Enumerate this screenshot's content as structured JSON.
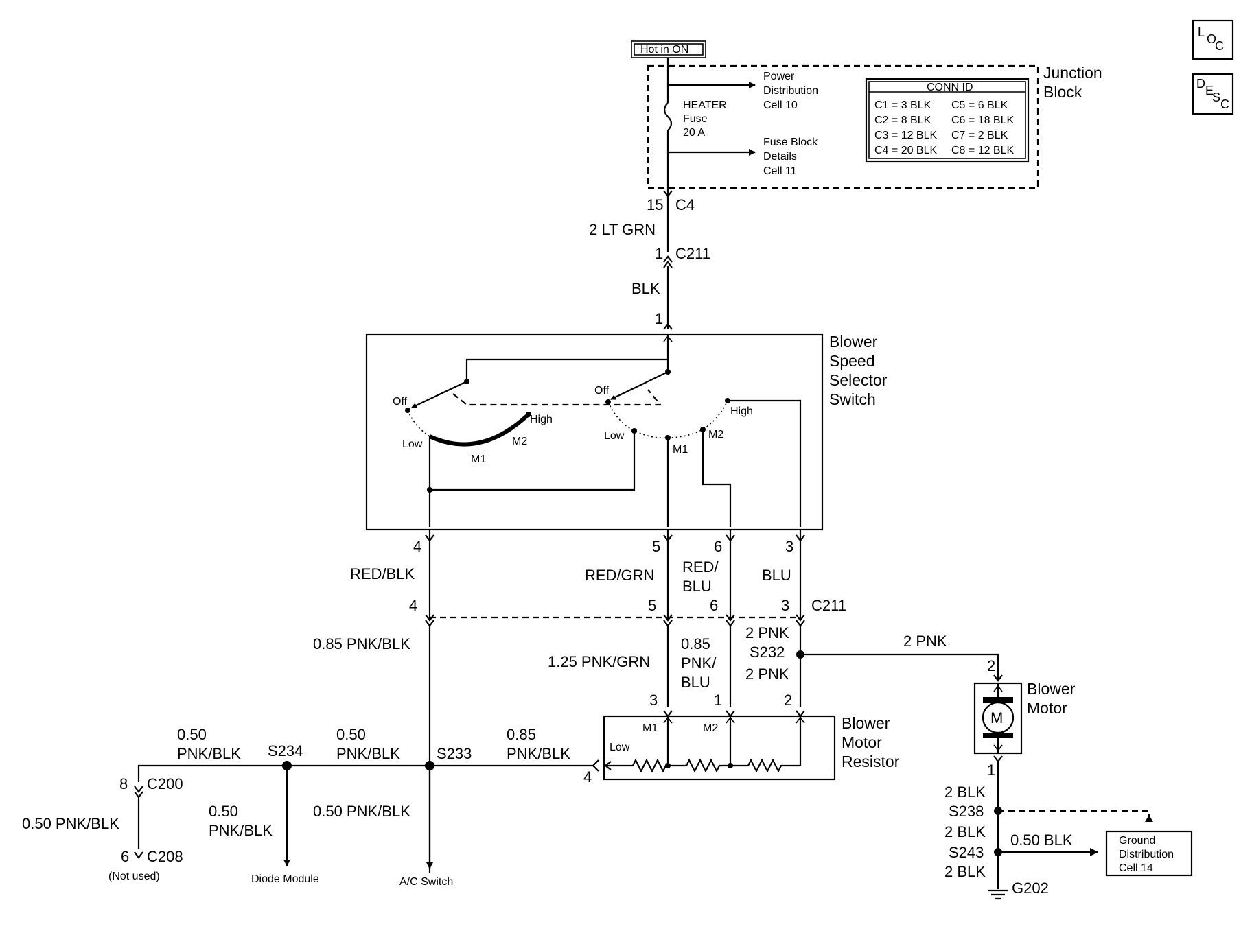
{
  "nav": {
    "loc": [
      "L",
      "O",
      "C"
    ],
    "desc": [
      "D",
      "E",
      "S",
      "C"
    ]
  },
  "supply": {
    "hot_label": "Hot in ON",
    "junction_block": [
      "Junction",
      "Block"
    ],
    "fuse": [
      "HEATER",
      "Fuse",
      "20 A"
    ],
    "ref_power": [
      "Power",
      "Distribution",
      "Cell 10"
    ],
    "ref_fuse_block": [
      "Fuse Block",
      "Details",
      "Cell 11"
    ],
    "conn_id": {
      "title": "CONN ID",
      "rows": [
        [
          "C1 = 3 BLK",
          "C5 = 6 BLK"
        ],
        [
          "C2 = 8 BLK",
          "C6 = 18 BLK"
        ],
        [
          "C3 = 12 BLK",
          "C7 = 2 BLK"
        ],
        [
          "C4 = 20 BLK",
          "C8 = 12 BLK"
        ]
      ]
    }
  },
  "feed": {
    "c4_pin": "15",
    "c4": "C4",
    "wire_ltgrn": "2 LT GRN",
    "c211_pin": "1",
    "c211": "C211",
    "wire_blk": "BLK",
    "sw_pin": "1"
  },
  "switch": {
    "title": [
      "Blower",
      "Speed",
      "Selector",
      "Switch"
    ],
    "off_left": "Off",
    "low_left": "Low",
    "m1_left": "M1",
    "m2_left": "M2",
    "high_left": "High",
    "off_right": "Off",
    "low_right": "Low",
    "m1_right": "M1",
    "m2_right": "M2",
    "high_right": "High",
    "pins": [
      "4",
      "5",
      "6",
      "3"
    ]
  },
  "harness": {
    "wires_upper": [
      "RED/BLK",
      "RED/GRN",
      [
        "RED/",
        "BLU"
      ],
      "BLU"
    ],
    "c211_pins": [
      "4",
      "5",
      "6",
      "3"
    ],
    "c211": "C211",
    "wire_pnkblk": "0.85 PNK/BLK",
    "wire_pnkgrn": "1.25 PNK/GRN",
    "wire_pnkblu": [
      "0.85",
      "PNK/",
      "BLU"
    ],
    "wire_2pnk_a": "2 PNK",
    "splice_s232": "S232",
    "wire_2pnk_b": "2 PNK",
    "wire_2pnk_motor": "2 PNK"
  },
  "resistor": {
    "title": [
      "Blower",
      "Motor",
      "Resistor"
    ],
    "pins": [
      "3",
      "1",
      "2",
      "4"
    ],
    "m1": "M1",
    "m2": "M2",
    "low": "Low"
  },
  "motor": {
    "title": [
      "Blower",
      "Motor"
    ],
    "symbol": "M",
    "pin_top": "2",
    "pin_bottom": "1",
    "wire_blk1": "2 BLK",
    "splice_s238": "S238",
    "wire_blk2": "2 BLK",
    "splice_s243": "S243",
    "wire_blk3": "2 BLK",
    "ground": "G202",
    "wire_050blk": "0.50 BLK",
    "ref_ground": [
      "Ground",
      "Distribution",
      "Cell 14"
    ]
  },
  "lower": {
    "wire_085": [
      "0.85",
      "PNK/BLK"
    ],
    "splice_s233": "S233",
    "wire_050_mid": [
      "0.50",
      "PNK/BLK"
    ],
    "splice_s234": "S234",
    "wire_050_left": [
      "0.50",
      "PNK/BLK"
    ],
    "wire_050_diode": [
      "0.50",
      "PNK/BLK"
    ],
    "wire_050_ac": "0.50 PNK/BLK",
    "c200_pin": "8",
    "c200": "C200",
    "wire_050_c208": "0.50 PNK/BLK",
    "c208_pin": "6",
    "c208": "C208",
    "not_used": "(Not used)",
    "diode_module": "Diode Module",
    "ac_switch": "A/C Switch"
  }
}
